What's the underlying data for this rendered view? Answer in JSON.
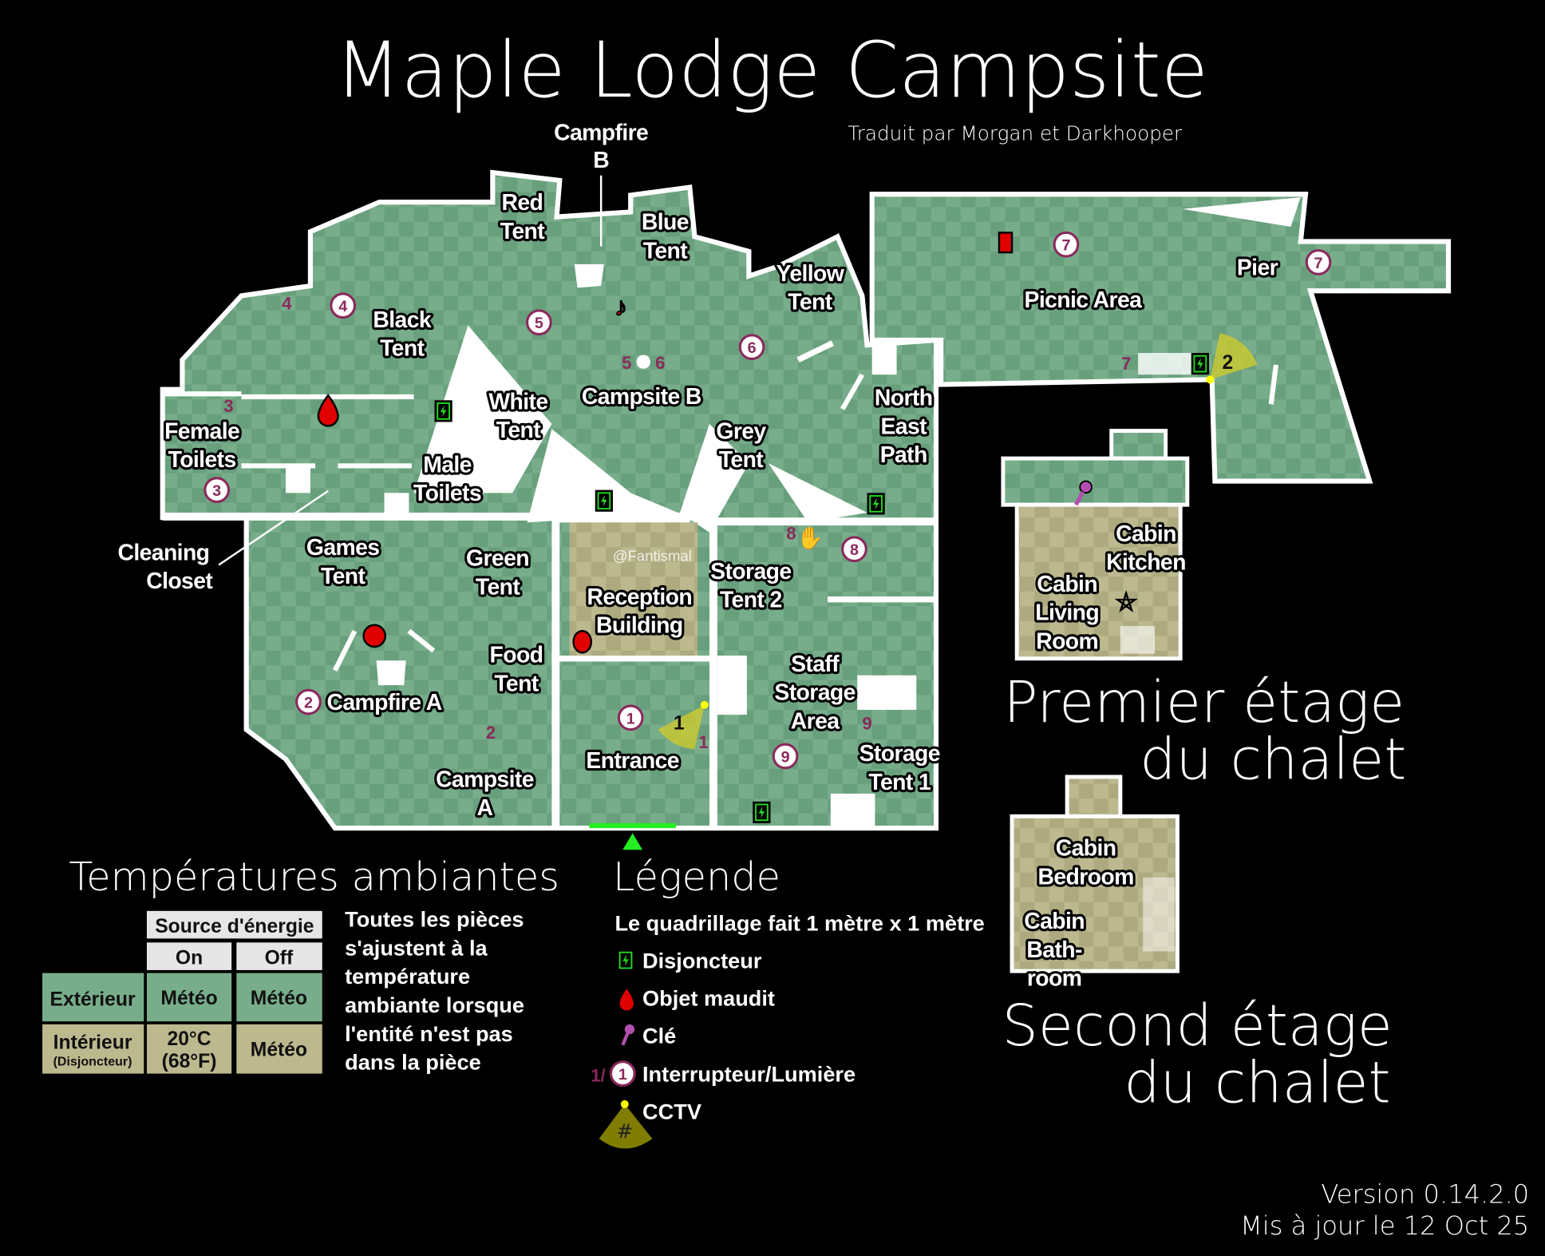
{
  "title": "Maple Lodge Campsite",
  "subtitle": "Traduit par Morgan et Darkhooper",
  "watermark": "@Fantismal",
  "colors": {
    "grass_a": "#78ad8b",
    "grass_b": "#68a07d",
    "cabin_a": "#bdb98f",
    "cabin_b": "#aeaa80",
    "switch": "#8a2a5c",
    "cursed": "#e00000",
    "breaker": "#22dd22",
    "cctv": "#c8c832",
    "entrance": "#22ee22"
  },
  "areas": {
    "campfire_b": [
      "Campfire",
      "B"
    ],
    "red_tent": [
      "Red",
      "Tent"
    ],
    "blue_tent": [
      "Blue",
      "Tent"
    ],
    "yellow_tent": [
      "Yellow",
      "Tent"
    ],
    "black_tent": [
      "Black",
      "Tent"
    ],
    "campsite_b": [
      "Campsite B"
    ],
    "white_tent": [
      "White",
      "Tent"
    ],
    "grey_tent": [
      "Grey",
      "Tent"
    ],
    "north_east_path": [
      "North",
      "East",
      "Path"
    ],
    "female_toilets": [
      "Female",
      "Toilets"
    ],
    "male_toilets": [
      "Male",
      "Toilets"
    ],
    "cleaning_closet": [
      "Cleaning",
      "Closet"
    ],
    "games_tent": [
      "Games",
      "Tent"
    ],
    "green_tent": [
      "Green",
      "Tent"
    ],
    "reception": [
      "Reception",
      "Building"
    ],
    "storage_tent_2": [
      "Storage",
      "Tent 2"
    ],
    "food_tent": [
      "Food",
      "Tent"
    ],
    "staff_storage": [
      "Staff",
      "Storage",
      "Area"
    ],
    "campfire_a": [
      "Campfire A"
    ],
    "entrance": [
      "Entrance"
    ],
    "campsite_a": [
      "Campsite",
      "A"
    ],
    "storage_tent_1": [
      "Storage",
      "Tent 1"
    ],
    "picnic_area": [
      "Picnic Area"
    ],
    "pier": [
      "Pier"
    ],
    "cabin_kitchen": [
      "Cabin",
      "Kitchen"
    ],
    "cabin_living": [
      "Cabin",
      "Living",
      "Room"
    ],
    "cabin_bedroom": [
      "Cabin",
      "Bedroom"
    ],
    "cabin_bathroom": [
      "Cabin",
      "Bath-",
      "room"
    ]
  },
  "switches": {
    "circled": [
      "1",
      "2",
      "3",
      "4",
      "5",
      "6",
      "7",
      "7",
      "8",
      "9"
    ],
    "plain": [
      "4",
      "3",
      "5",
      "6",
      "7",
      "8",
      "9",
      "2",
      "1"
    ]
  },
  "cctv_numbers": [
    "1",
    "2"
  ],
  "floors": {
    "first": [
      "Premier étage",
      "du chalet"
    ],
    "second": [
      "Second étage",
      "du chalet"
    ]
  },
  "temperatures": {
    "heading": "Températures ambiantes",
    "power_source": "Source d'énergie",
    "on": "On",
    "off": "Off",
    "rows": [
      {
        "label": "Extérieur",
        "sub": "",
        "on": [
          "Météo"
        ],
        "off": "Météo"
      },
      {
        "label": "Intérieur",
        "sub": "(Disjoncteur)",
        "on": [
          "20°C",
          "(68°F)"
        ],
        "off": "Météo"
      }
    ],
    "note": [
      "Toutes les pièces",
      "s'ajustent à la",
      "température",
      "ambiante lorsque",
      "l'entité n'est pas",
      "dans la pièce"
    ]
  },
  "legend": {
    "heading": "Légende",
    "grid_note": "Le quadrillage fait 1 mètre x 1 mètre",
    "items": [
      {
        "icon": "breaker-icon",
        "label": "Disjoncteur"
      },
      {
        "icon": "cursed-object-icon",
        "label": "Objet maudit"
      },
      {
        "icon": "key-icon",
        "label": "Clé"
      },
      {
        "icon": "switch-light-icon",
        "label": "Interrupteur/Lumière",
        "prefix": "1/",
        "circled": "1"
      },
      {
        "icon": "cctv-icon",
        "label": "CCTV",
        "mark": "#"
      }
    ]
  },
  "version": "Version 0.14.2.0",
  "updated": "Mis à jour le 12 Oct 25"
}
